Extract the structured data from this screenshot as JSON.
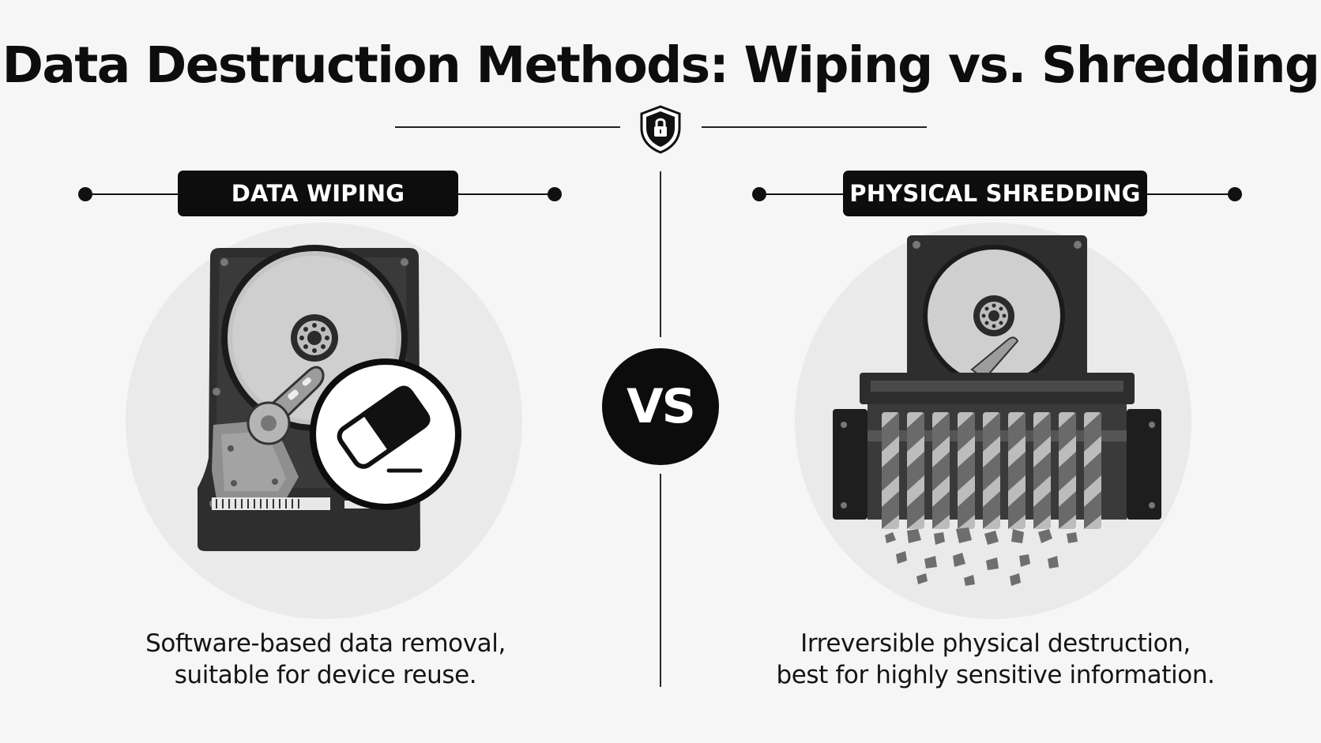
{
  "title": "Data Destruction Methods: Wiping vs. Shredding",
  "vs_label": "VS",
  "left": {
    "label": "DATA WIPING",
    "caption_line1": "Software-based data removal,",
    "caption_line2": "suitable for device reuse."
  },
  "right": {
    "label": "PHYSICAL SHREDDING",
    "caption_line1": "Irreversible physical destruction,",
    "caption_line2": "best for highly sensitive information."
  },
  "icons": [
    "shield-lock-icon",
    "hard-drive-icon",
    "eraser-icon",
    "shredder-icon"
  ],
  "colors": {
    "ink": "#0d0d0d",
    "background": "#f6f6f6",
    "circle": "#eaeaea"
  }
}
